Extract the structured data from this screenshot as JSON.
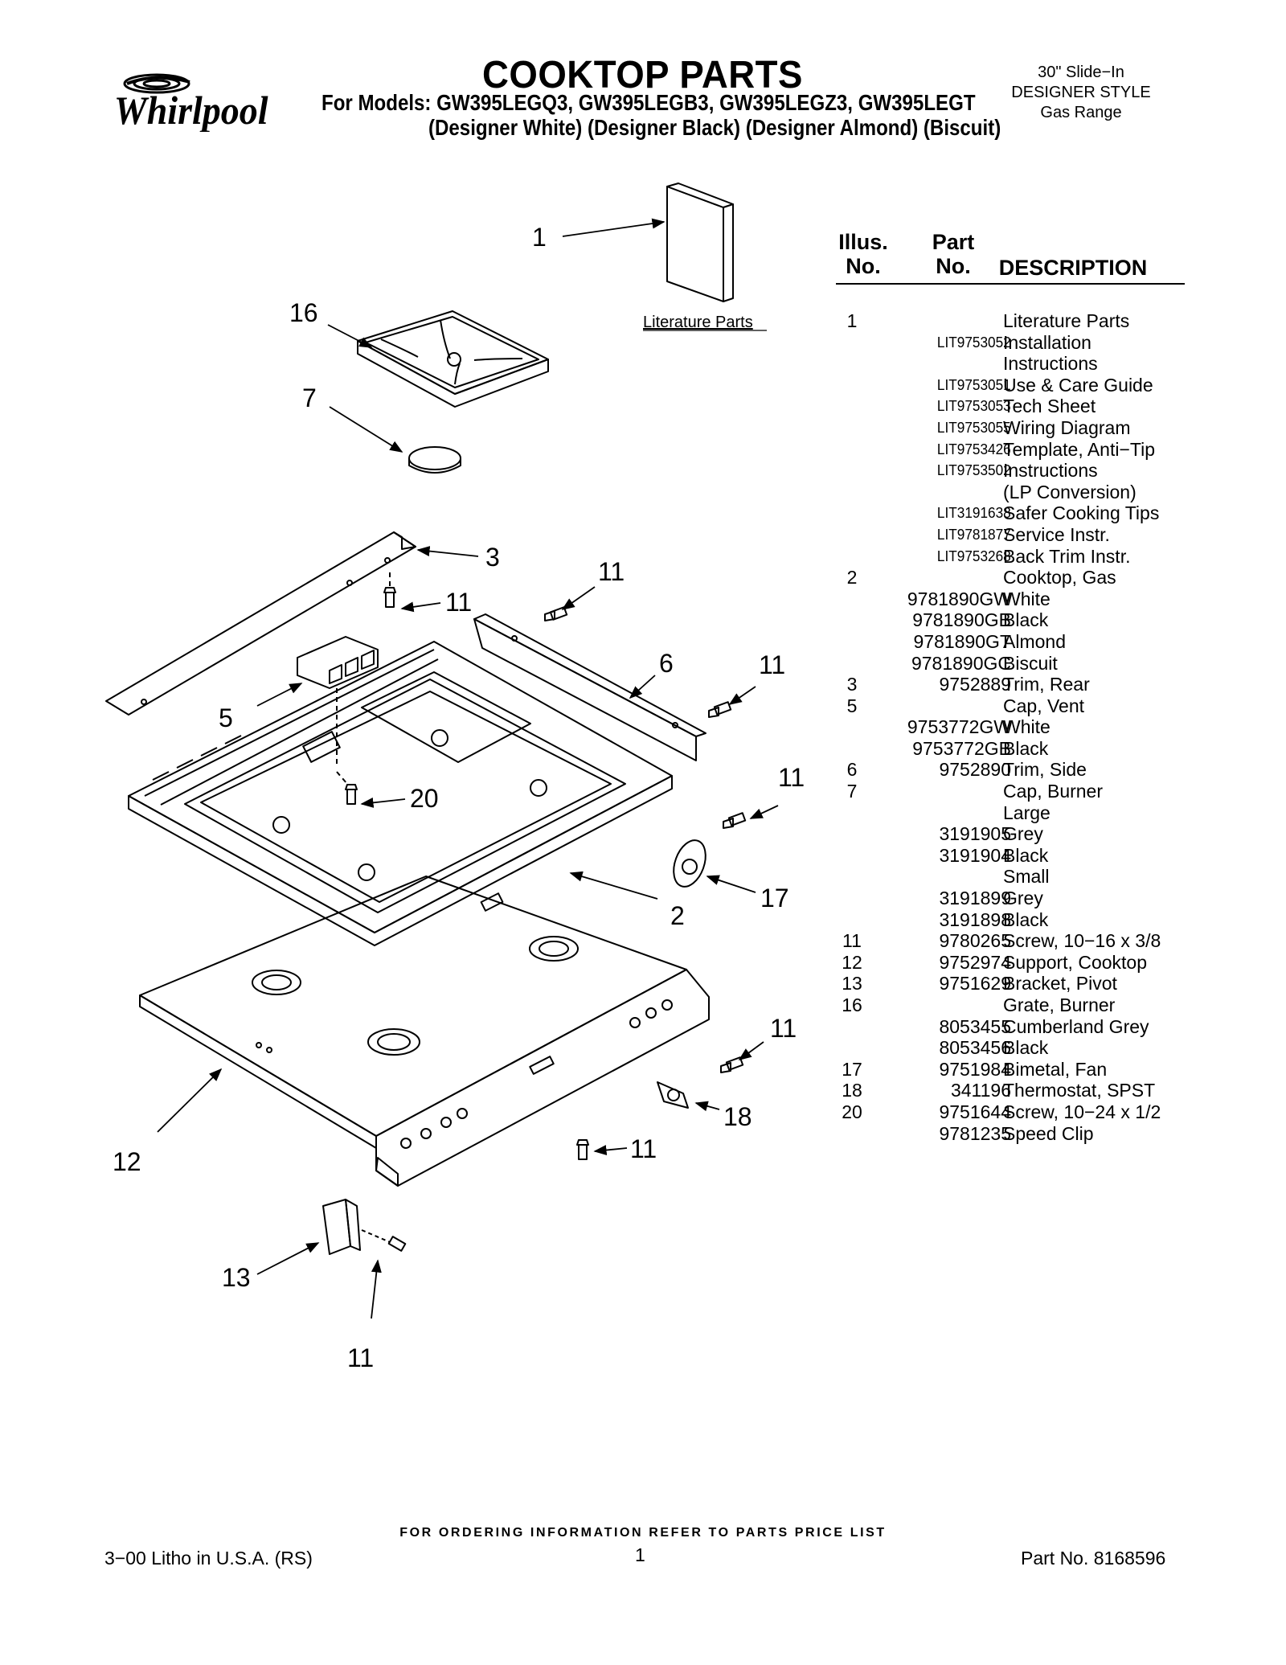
{
  "header": {
    "brand": "Whirlpool",
    "title": "COOKTOP PARTS",
    "models_line": "For Models: GW395LEGQ3, GW395LEGB3, GW395LEGZ3, GW395LEGT",
    "colors_line": "(Designer White) (Designer Black) (Designer Almond) (Biscuit)",
    "range_type": [
      "30\" Slide−In",
      "DESIGNER STYLE",
      "Gas Range"
    ]
  },
  "diagram": {
    "literature_label": "Literature Parts",
    "callouts": [
      "1",
      "16",
      "7",
      "3",
      "11",
      "11",
      "6",
      "11",
      "5",
      "20",
      "11",
      "17",
      "2",
      "11",
      "18",
      "11",
      "12",
      "13",
      "11"
    ]
  },
  "table": {
    "headers": {
      "illus": [
        "Illus.",
        "No."
      ],
      "part": [
        "Part",
        "No."
      ],
      "description": "DESCRIPTION"
    },
    "rows": [
      {
        "illus": "1",
        "part": "",
        "desc": "Literature Parts"
      },
      {
        "illus": "",
        "part": "LIT9753052",
        "desc": "Installation"
      },
      {
        "illus": "",
        "part": "",
        "desc": "Instructions"
      },
      {
        "illus": "",
        "part": "LIT9753051",
        "desc": "Use & Care Guide"
      },
      {
        "illus": "",
        "part": "LIT9753053",
        "desc": "Tech Sheet"
      },
      {
        "illus": "",
        "part": "LIT9753055",
        "desc": "Wiring Diagram"
      },
      {
        "illus": "",
        "part": "LIT9753426",
        "desc": "Template, Anti−Tip"
      },
      {
        "illus": "",
        "part": "LIT9753502",
        "desc": "Instructions"
      },
      {
        "illus": "",
        "part": "",
        "desc": "(LP Conversion)"
      },
      {
        "illus": "",
        "part": "LIT3191638",
        "desc": "Safer Cooking Tips"
      },
      {
        "illus": "",
        "part": "LIT9781877",
        "desc": "Service Instr."
      },
      {
        "illus": "",
        "part": "LIT9753268",
        "desc": "Back Trim Instr."
      },
      {
        "illus": "2",
        "part": "",
        "desc": "Cooktop, Gas"
      },
      {
        "illus": "",
        "part": "9781890GW",
        "desc": "White"
      },
      {
        "illus": "",
        "part": "9781890GB",
        "desc": "Black"
      },
      {
        "illus": "",
        "part": "9781890GT",
        "desc": "Almond"
      },
      {
        "illus": "",
        "part": "9781890GC",
        "desc": "Biscuit"
      },
      {
        "illus": "3",
        "part": "9752889",
        "desc": "Trim, Rear"
      },
      {
        "illus": "5",
        "part": "",
        "desc": "Cap, Vent"
      },
      {
        "illus": "",
        "part": "9753772GW",
        "desc": "White"
      },
      {
        "illus": "",
        "part": "9753772GB",
        "desc": "Black"
      },
      {
        "illus": "6",
        "part": "9752890",
        "desc": "Trim, Side"
      },
      {
        "illus": "7",
        "part": "",
        "desc": "Cap, Burner"
      },
      {
        "illus": "",
        "part": "",
        "desc": "Large"
      },
      {
        "illus": "",
        "part": "3191905",
        "desc": "Grey"
      },
      {
        "illus": "",
        "part": "3191904",
        "desc": "Black"
      },
      {
        "illus": "",
        "part": "",
        "desc": "Small"
      },
      {
        "illus": "",
        "part": "3191899",
        "desc": "Grey"
      },
      {
        "illus": "",
        "part": "3191898",
        "desc": "Black"
      },
      {
        "illus": "11",
        "part": "9780265",
        "desc": "Screw, 10−16 x 3/8"
      },
      {
        "illus": "12",
        "part": "9752974",
        "desc": "Support, Cooktop"
      },
      {
        "illus": "13",
        "part": "9751629",
        "desc": "Bracket, Pivot"
      },
      {
        "illus": "16",
        "part": "",
        "desc": "Grate, Burner"
      },
      {
        "illus": "",
        "part": "8053455",
        "desc": "Cumberland Grey"
      },
      {
        "illus": "",
        "part": "8053456",
        "desc": "Black"
      },
      {
        "illus": "17",
        "part": "9751984",
        "desc": "Bimetal, Fan"
      },
      {
        "illus": "18",
        "part": "341196",
        "desc": "Thermostat, SPST"
      },
      {
        "illus": "20",
        "part": "9751644",
        "desc": "Screw, 10−24 x 1/2"
      },
      {
        "illus": "",
        "part": "9781235",
        "desc": "Speed Clip"
      }
    ]
  },
  "footer": {
    "ordering_note": "FOR ORDERING INFORMATION REFER TO PARTS PRICE LIST",
    "litho": "3−00 Litho in U.S.A. (RS)",
    "page": "1",
    "part_no": "Part No. 8168596"
  }
}
